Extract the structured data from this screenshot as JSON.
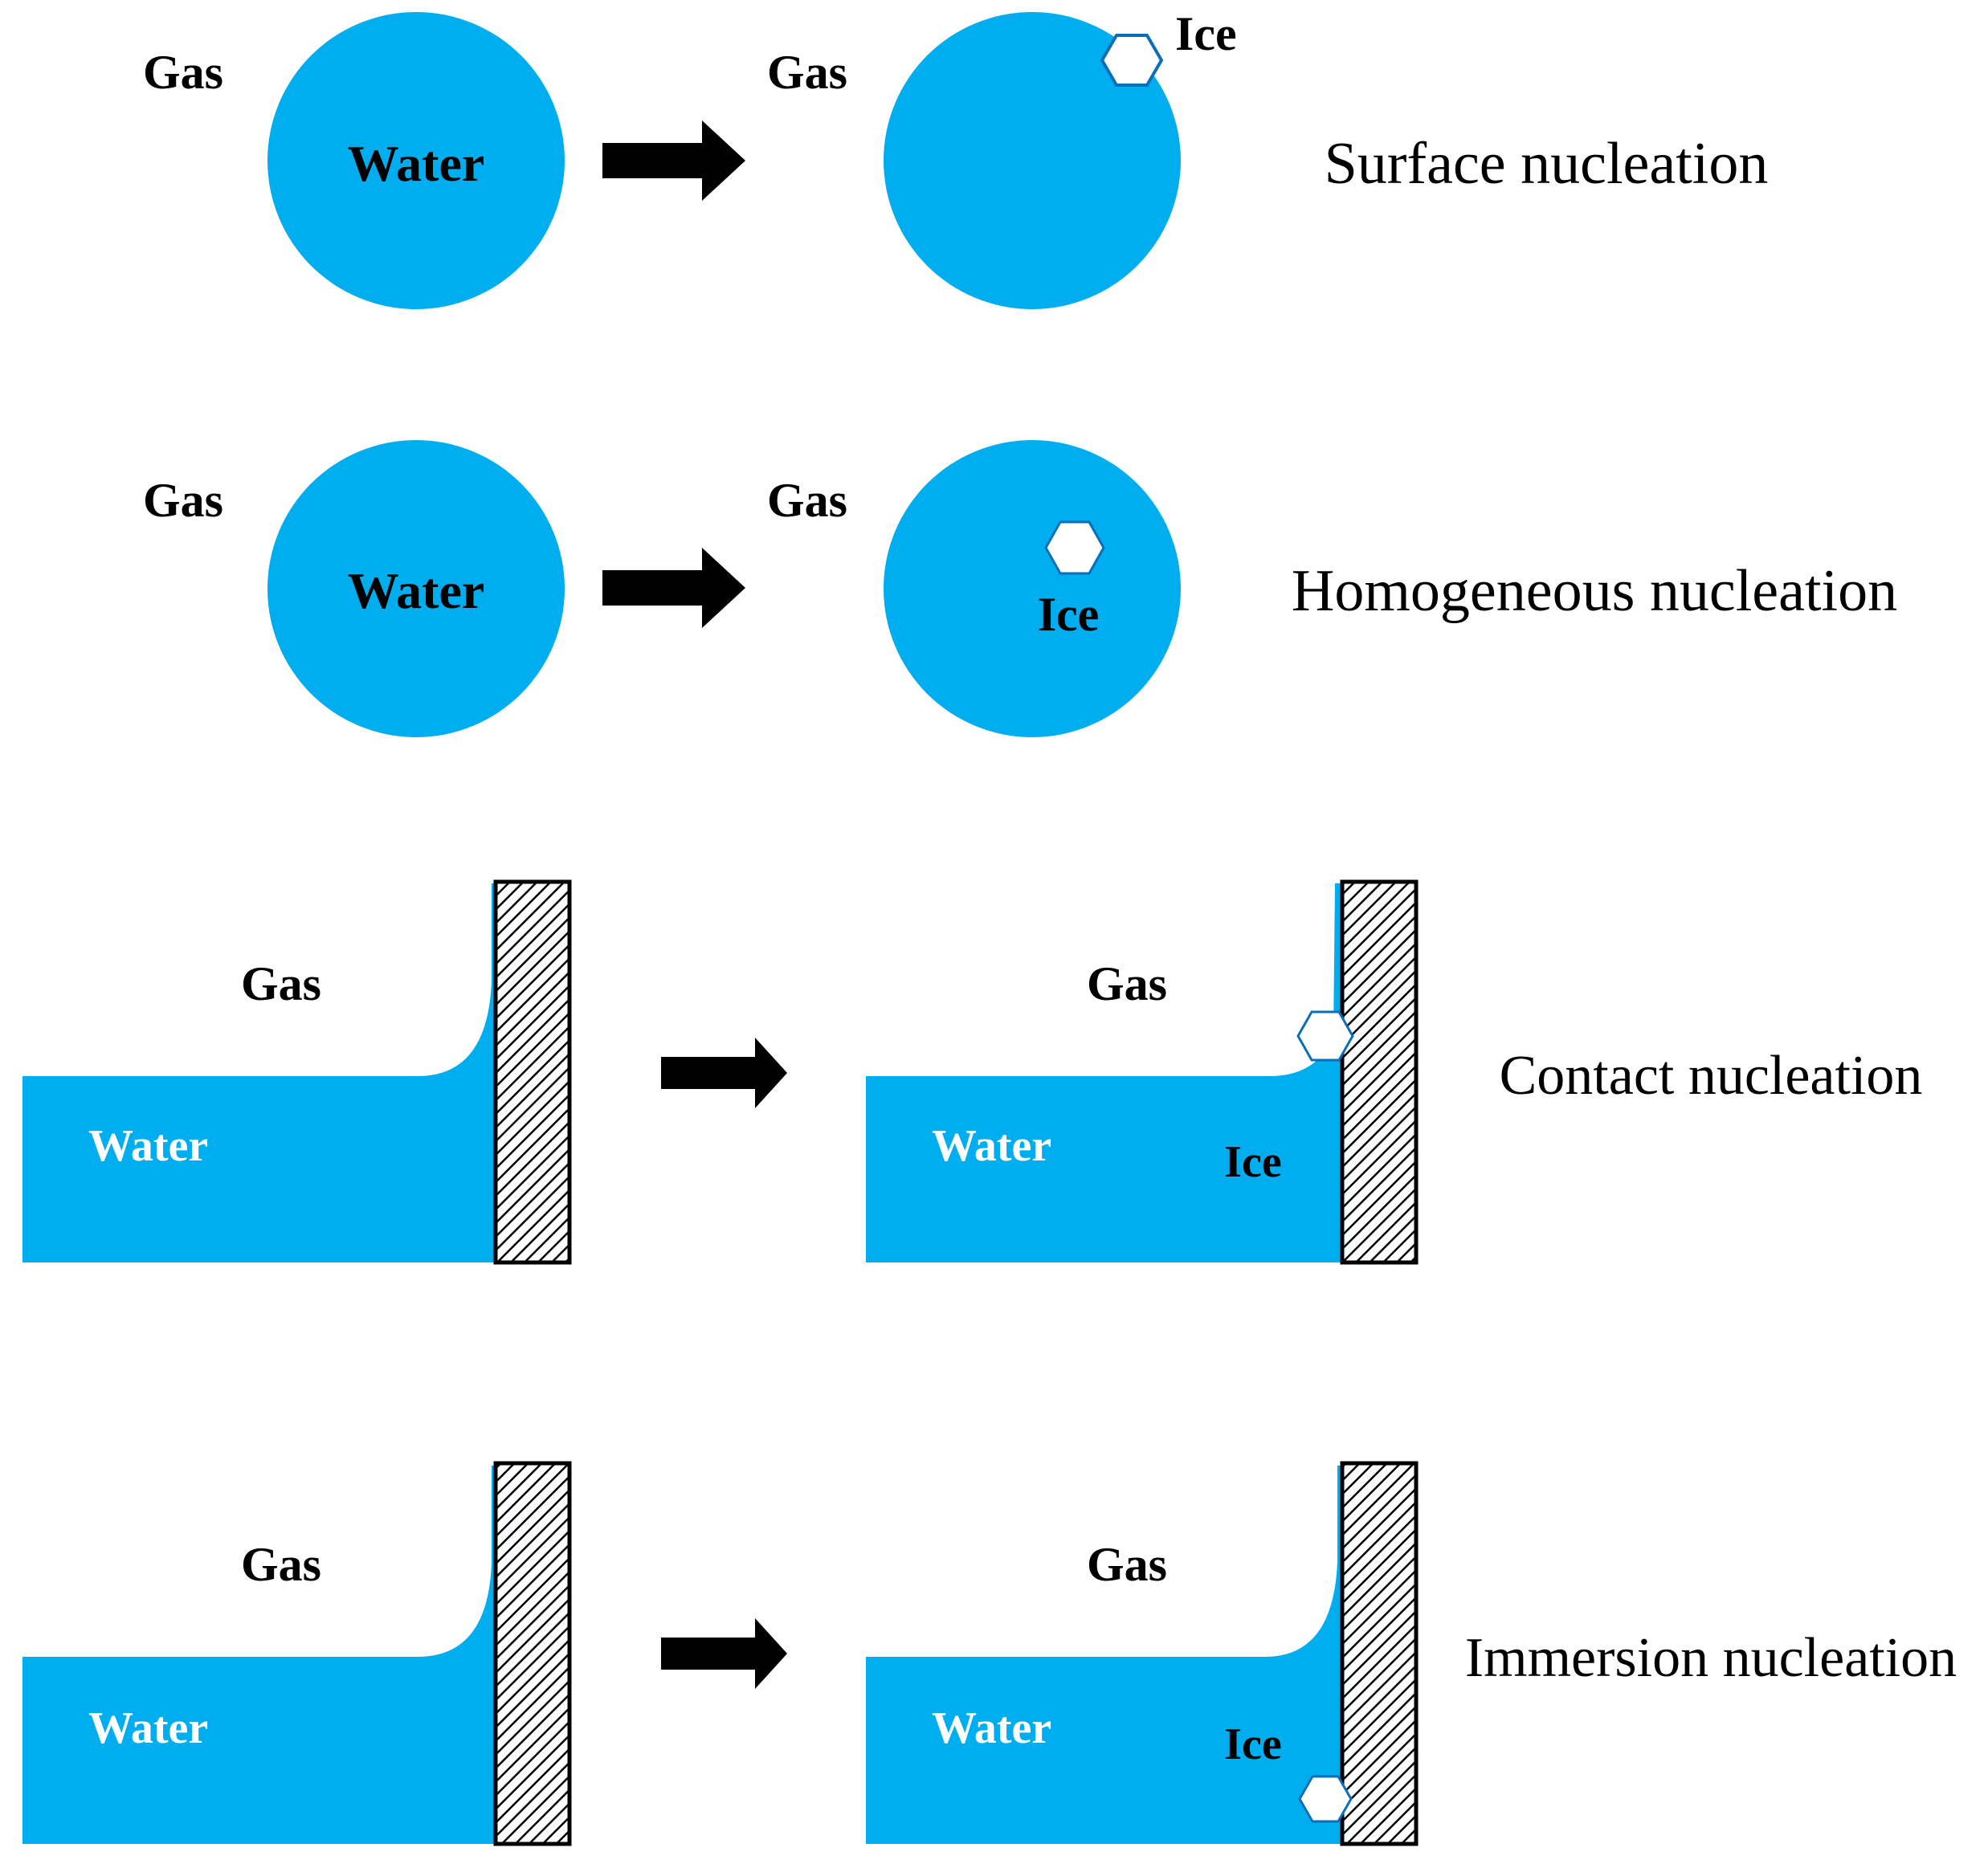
{
  "colors": {
    "water": "#00AEEF",
    "ice_fill": "#FFFFFF",
    "ice_stroke": "#0B6FB8",
    "arrow": "#000000",
    "wall_hatch": "#000000",
    "background": "#FFFFFF"
  },
  "rows": [
    {
      "title": "Surface nucleation",
      "before": {
        "gas": "Gas",
        "water": "Water"
      },
      "after": {
        "gas": "Gas",
        "ice": "Ice"
      }
    },
    {
      "title": "Homogeneous nucleation",
      "before": {
        "gas": "Gas",
        "water": "Water"
      },
      "after": {
        "gas": "Gas",
        "ice": "Ice"
      }
    },
    {
      "title": "Contact nucleation",
      "before": {
        "gas": "Gas",
        "water": "Water"
      },
      "after": {
        "gas": "Gas",
        "water": "Water",
        "ice": "Ice"
      }
    },
    {
      "title": "Immersion nucleation",
      "before": {
        "gas": "Gas",
        "water": "Water"
      },
      "after": {
        "gas": "Gas",
        "water": "Water",
        "ice": "Ice"
      }
    }
  ]
}
